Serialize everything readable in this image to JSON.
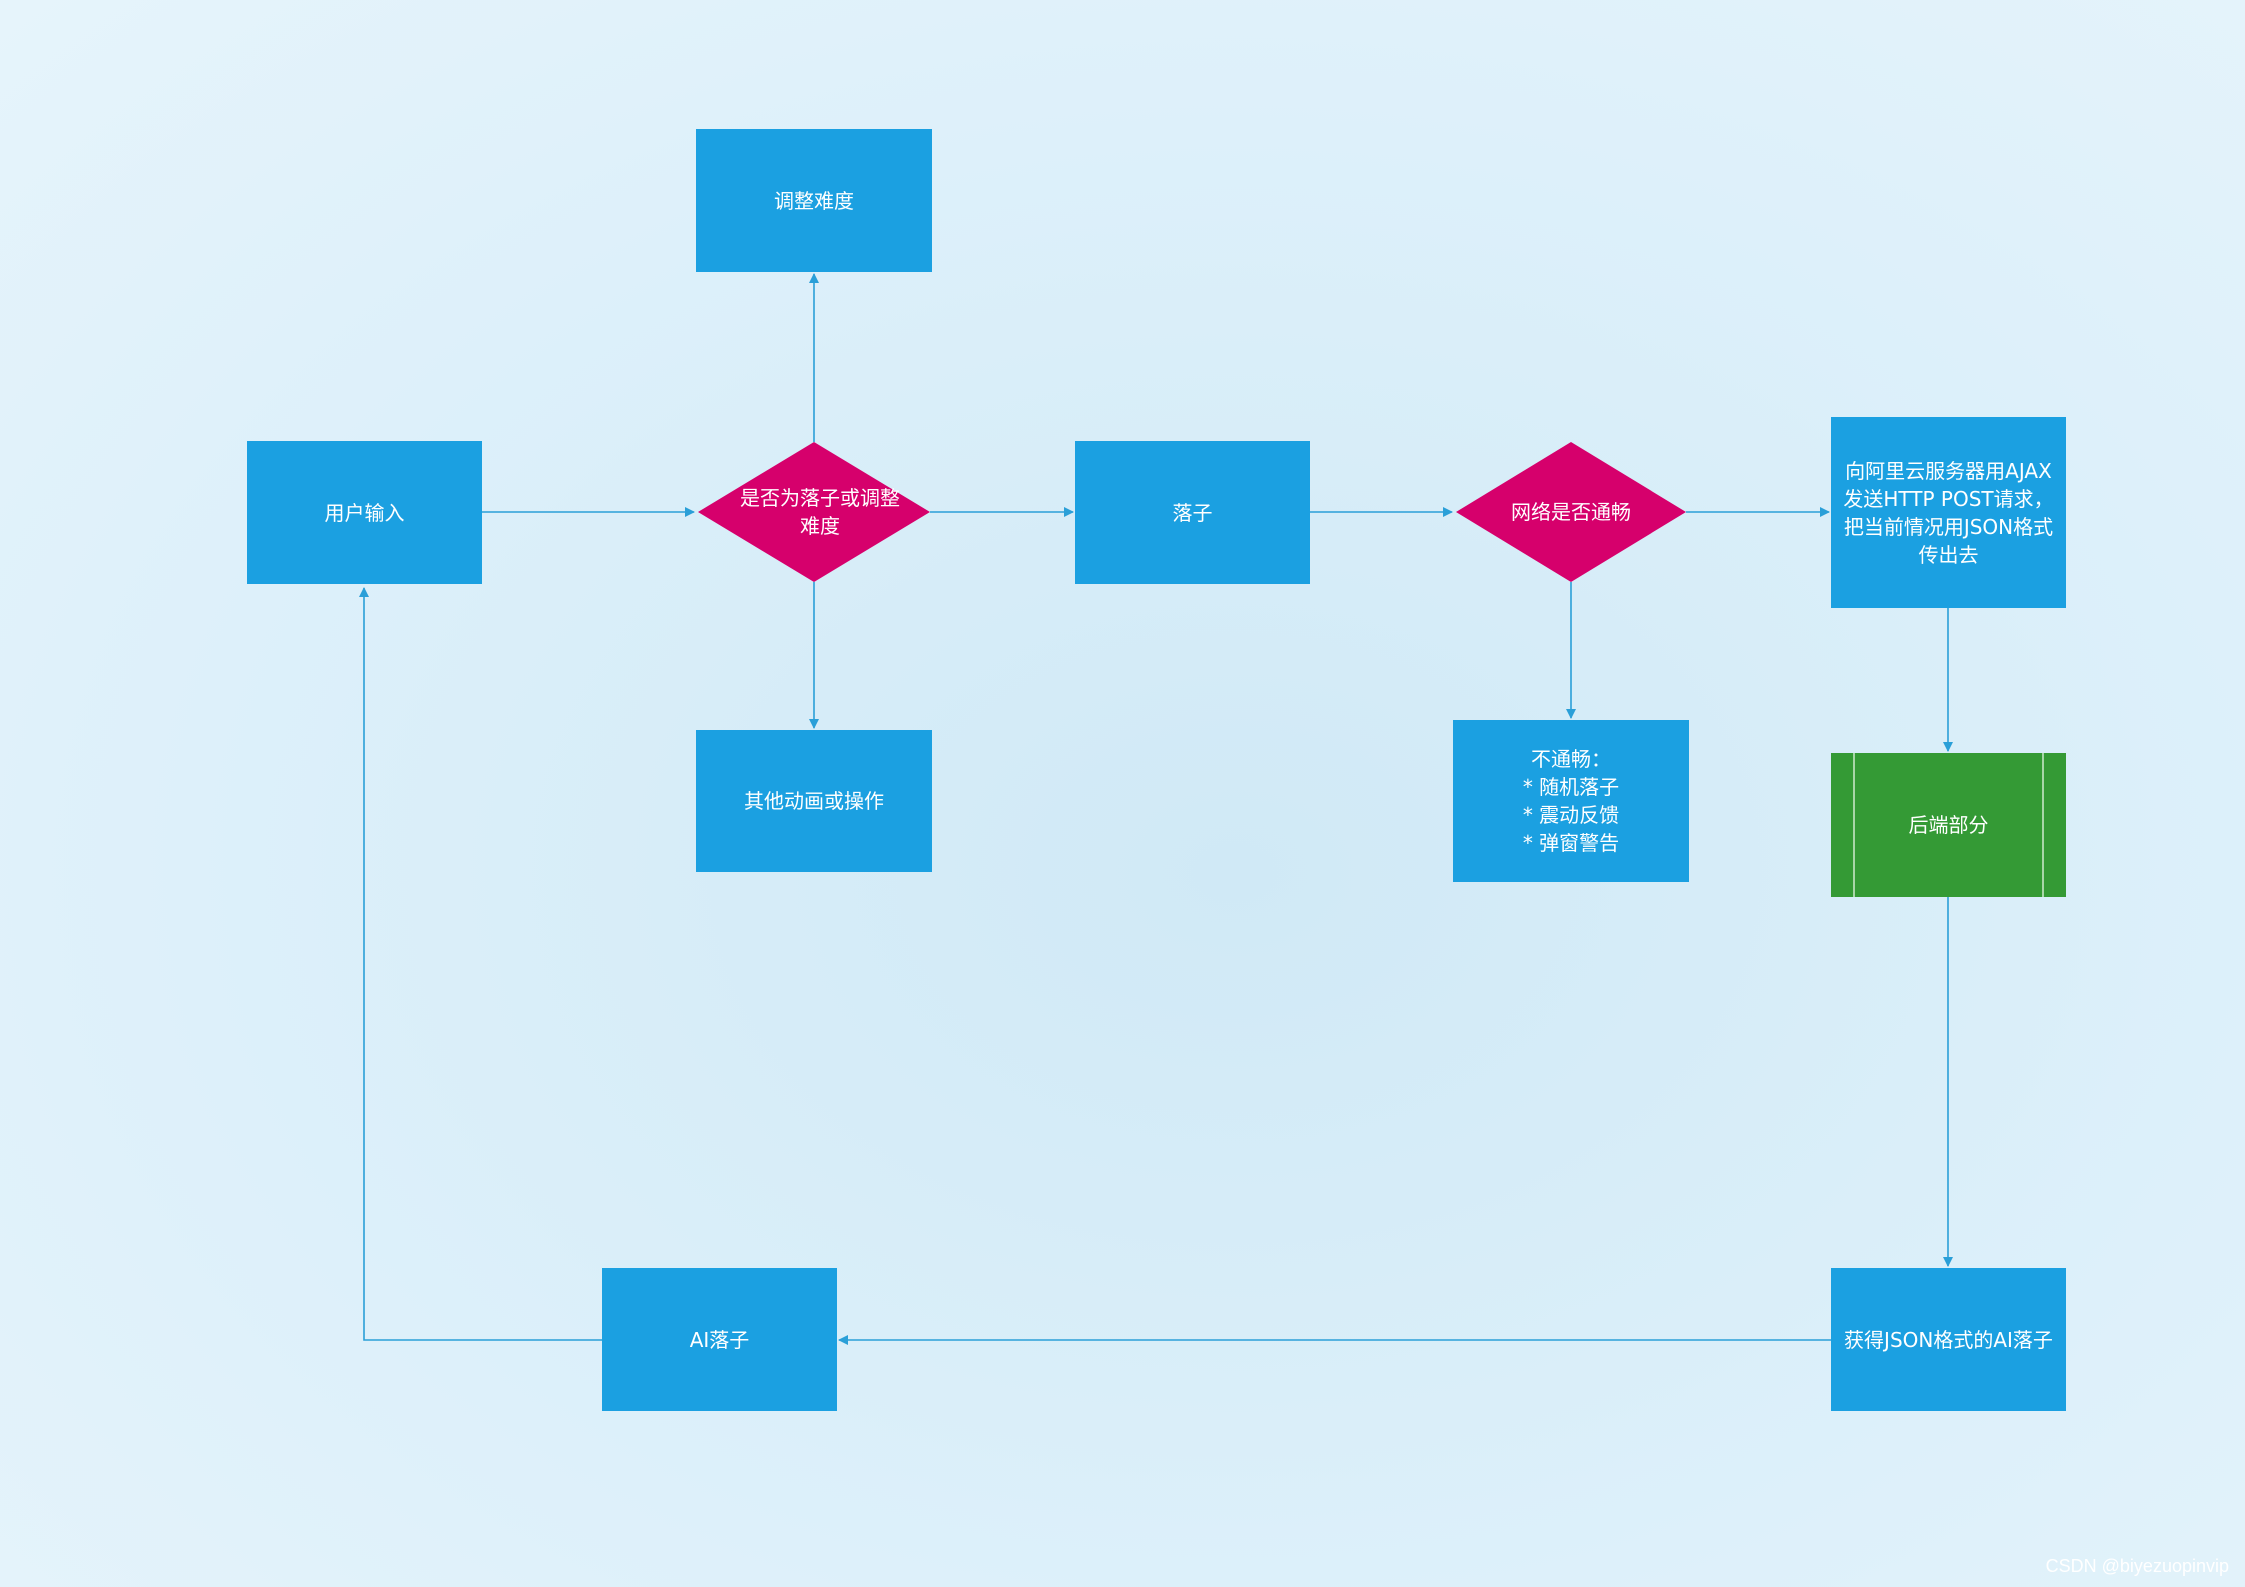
{
  "colors": {
    "process": "#1ba0e1",
    "decision": "#d6006c",
    "backend": "#349a35",
    "connector": "#2a9fd8"
  },
  "nodes": {
    "user_input": "用户输入",
    "decision_drop_or_adjust": "是否为落子或调整\n难度",
    "adjust_difficulty": "调整难度",
    "other_animation": "其他动画或操作",
    "drop_piece": "落子",
    "decision_network": "网络是否通畅",
    "network_blocked": {
      "title": "不通畅：",
      "items": [
        "* 随机落子",
        "* 震动反馈",
        "* 弹窗警告"
      ]
    },
    "send_request": "向阿里云服务器用AJAX\n发送HTTP POST请求，\n把当前情况用JSON格式\n传出去",
    "backend": "后端部分",
    "receive_json": "获得JSON格式的AI落子",
    "ai_drop": "AI落子"
  },
  "watermark": "CSDN @biyezuopinvip"
}
